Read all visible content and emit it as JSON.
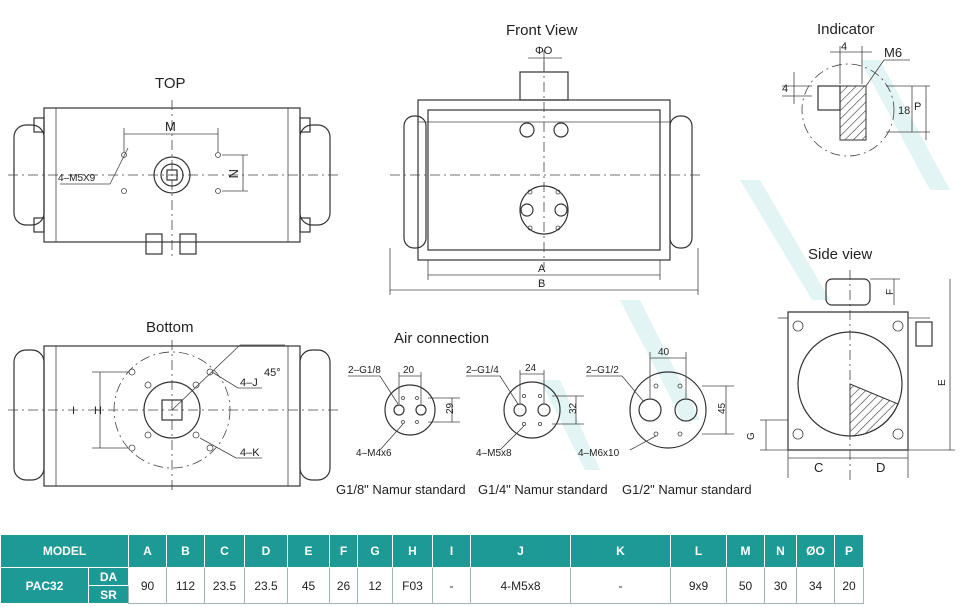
{
  "views": {
    "top": "TOP",
    "front": "Front View",
    "indicator": "Indicator",
    "side": "Side view",
    "bottom": "Bottom",
    "air": "Air connection"
  },
  "dims": {
    "m": "M",
    "n": "N",
    "m5x9": "4–M5X9",
    "phi_o": "ΦO",
    "a": "A",
    "b": "B",
    "ind_4a": "4",
    "ind_4b": "4",
    "ind_m6": "M6",
    "ind_18": "18",
    "ind_p": "P",
    "f": "F",
    "e": "E",
    "g": "G",
    "c": "C",
    "d": "D",
    "h": "H",
    "i": "I",
    "j": "4–J",
    "k": "4–K",
    "deg": "45°",
    "g18": "2–G1/8",
    "d20": "20",
    "d29": "29",
    "m4": "4–M4x6",
    "g14": "2–G1/4",
    "d24": "24",
    "d32": "32",
    "m5": "4–M5x8",
    "g12": "2–G1/2",
    "d40": "40",
    "d45": "45",
    "m6": "4–M6x10"
  },
  "captions": {
    "g18": "G1/8\" Namur standard",
    "g14": "G1/4\" Namur standard",
    "g12": "G1/2\" Namur standard"
  },
  "table": {
    "model_label": "MODEL",
    "columns": [
      "A",
      "B",
      "C",
      "D",
      "E",
      "F",
      "G",
      "H",
      "I",
      "J",
      "K",
      "L",
      "M",
      "N",
      "ØO",
      "P"
    ],
    "model": "PAC32",
    "types": [
      "DA",
      "SR"
    ],
    "values": [
      "90",
      "112",
      "23.5",
      "23.5",
      "45",
      "26",
      "12",
      "F03",
      "-",
      "4-M5x8",
      "-",
      "9x9",
      "50",
      "30",
      "34",
      "20"
    ]
  },
  "watermark": {
    "color": "#5cc4c0"
  }
}
